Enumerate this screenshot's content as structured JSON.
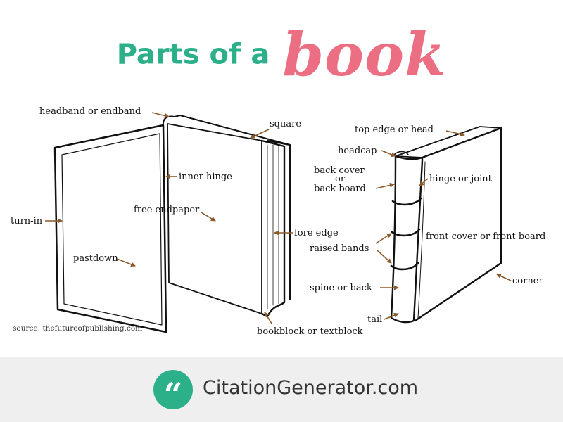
{
  "title": {
    "plain": "Parts of a",
    "script": "book"
  },
  "labels": {
    "headband": "headband or endband",
    "square": "square",
    "inner_hinge": "inner hinge",
    "free_endpaper": "free endpaper",
    "turn_in": "turn-in",
    "fore_edge": "fore edge",
    "pastdown": "pastdown",
    "bookblock": "bookblock or textblock",
    "top_edge": "top edge or head",
    "headcap": "headcap",
    "back_cover_1": "back cover",
    "back_cover_2": "or",
    "back_cover_3": "back board",
    "hinge_joint": "hinge or joint",
    "front_cover": "front cover or front board",
    "raised_bands": "raised bands",
    "corner": "corner",
    "spine": "spine or back",
    "tail": "tail"
  },
  "source": "source: thefutureofpublishing.com",
  "footer": {
    "brand": "CitationGenerator.com",
    "logo_icon": "quote-marks-icon"
  },
  "colors": {
    "title_green": "#2bb08a",
    "title_pink": "#ec6e82",
    "arrow": "#8b5a2b",
    "footer_bg": "#efefef"
  }
}
